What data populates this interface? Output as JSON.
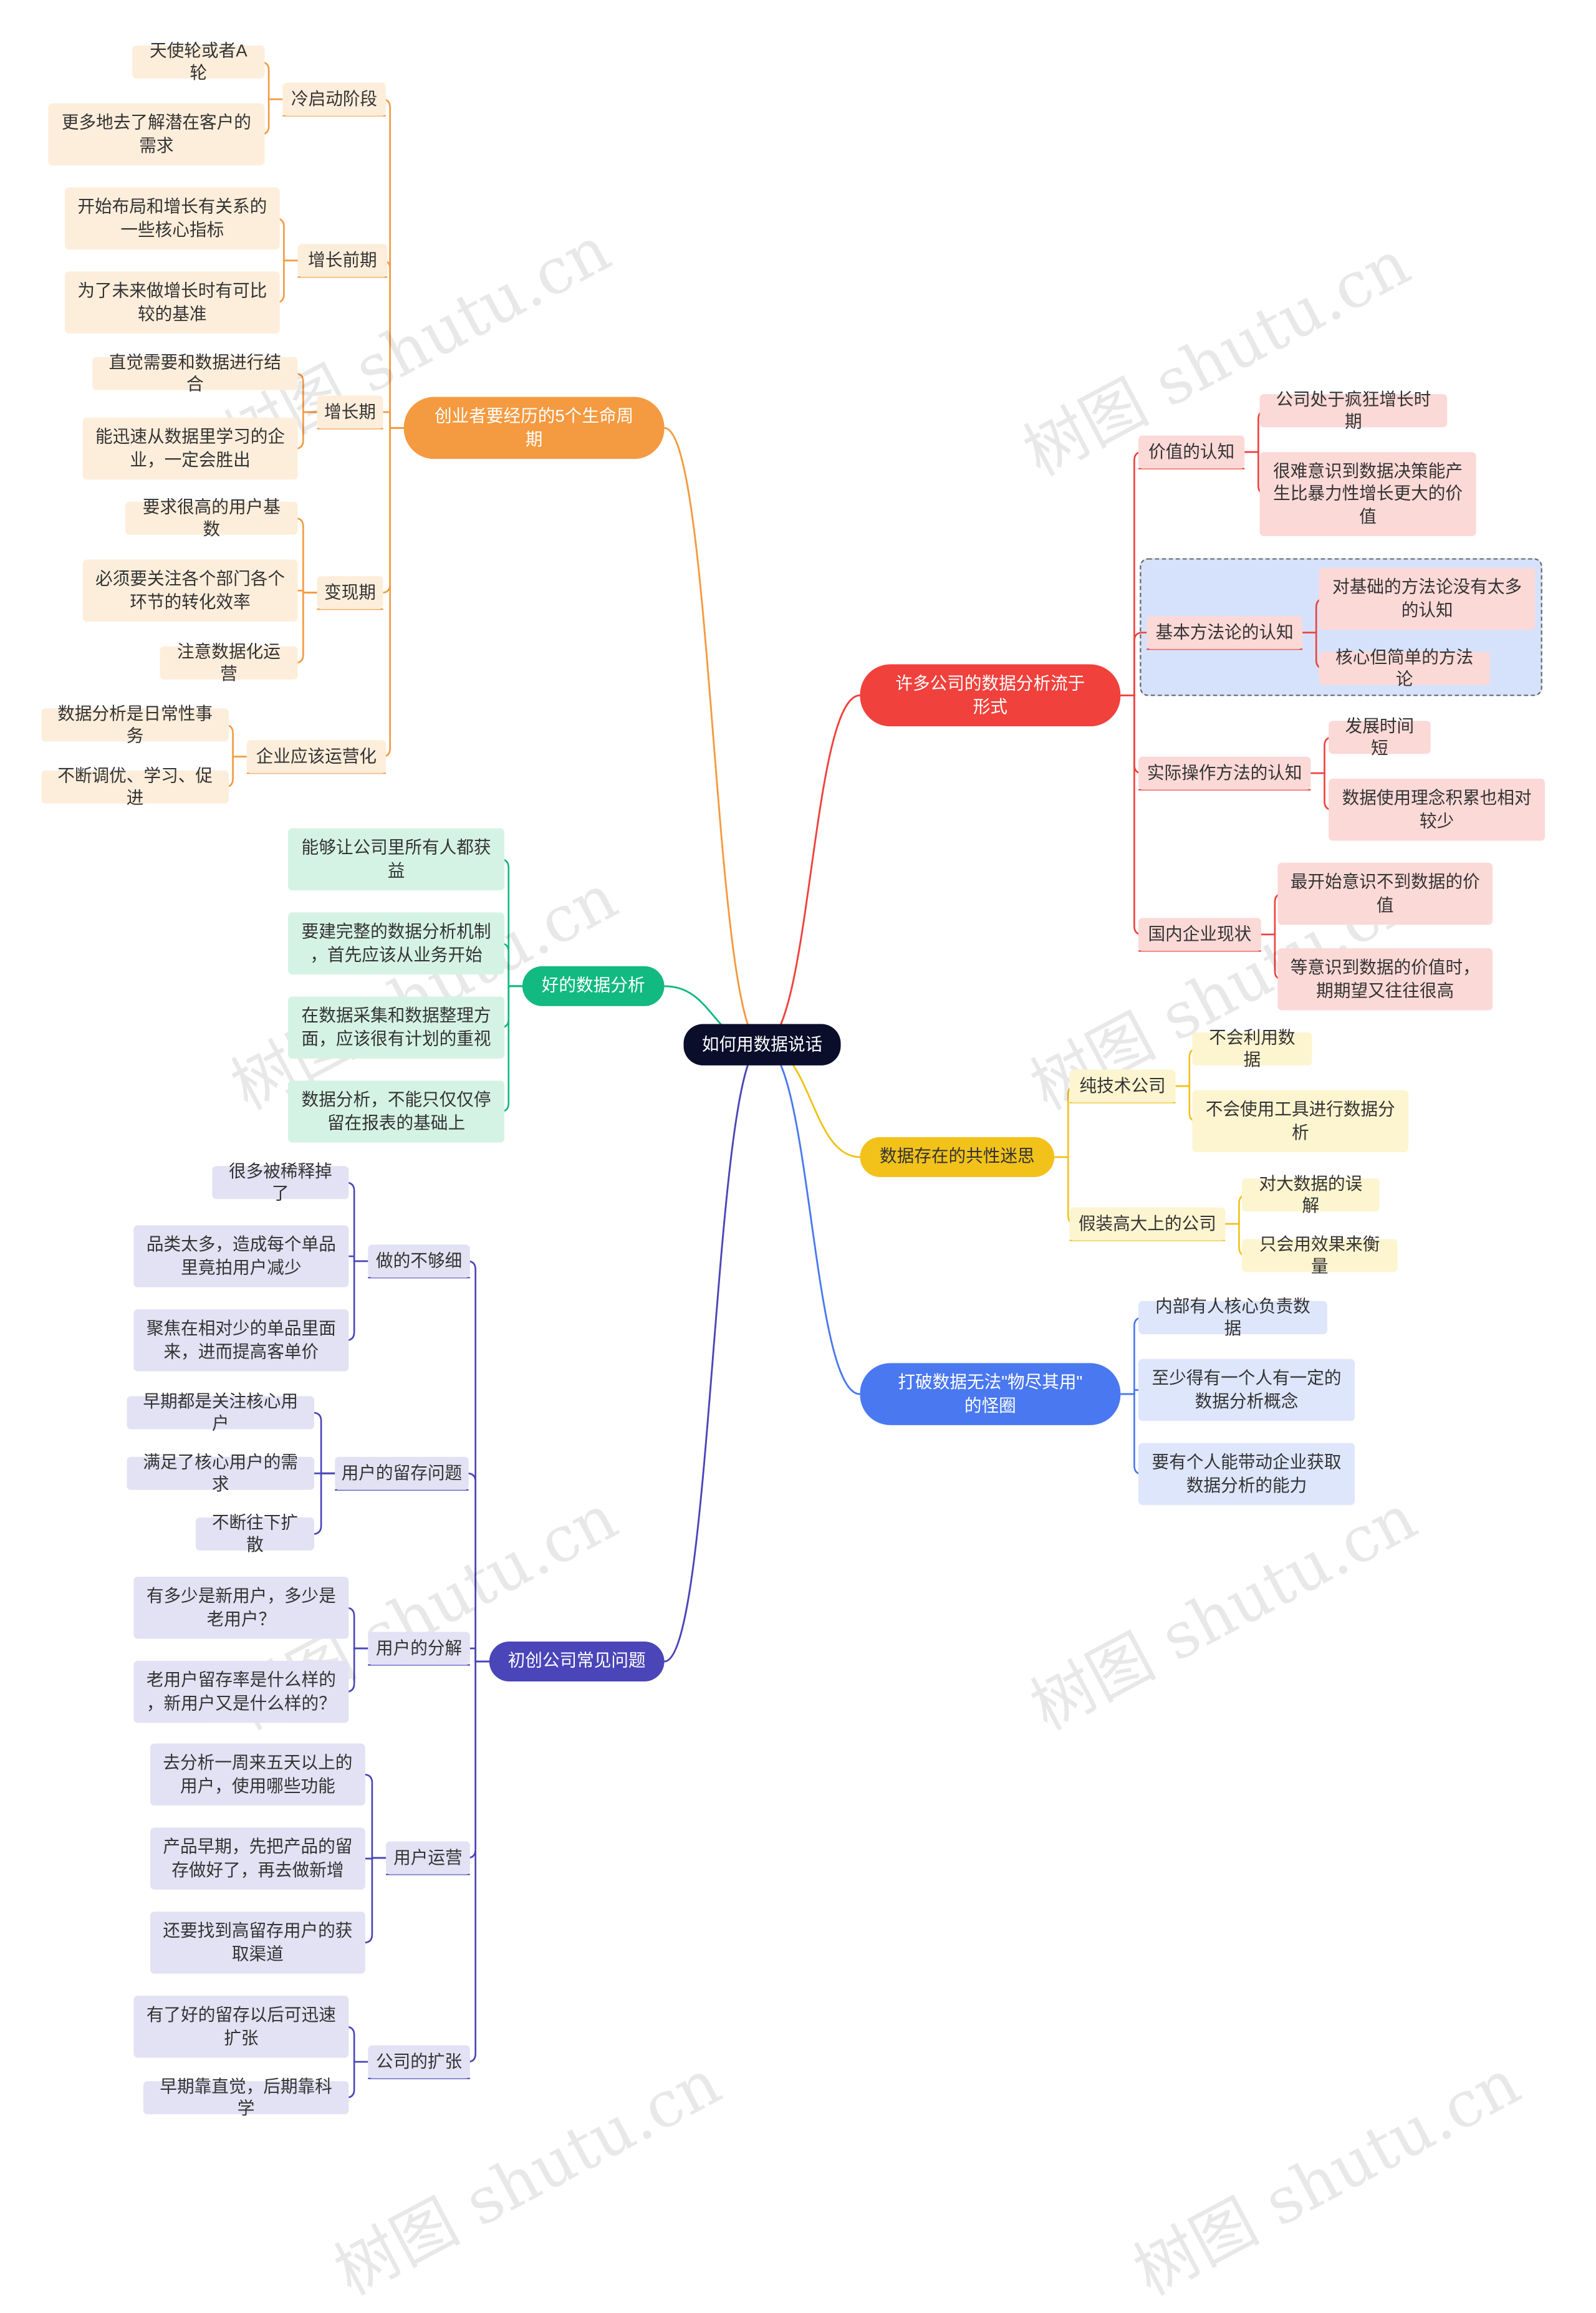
{
  "root": {
    "label": "如何用数据说话"
  },
  "branches": [
    {
      "key": "b1",
      "label": "创业者要经历的5个生命周\n期",
      "color": "#f49a40",
      "children": [
        {
          "label": "冷启动阶段",
          "children": [
            "天使轮或者A轮",
            "更多地去了解潜在客户的\n需求"
          ]
        },
        {
          "label": "增长前期",
          "children": [
            "开始布局和增长有关系的\n一些核心指标",
            "为了未来做增长时有可比\n较的基准"
          ]
        },
        {
          "label": "增长期",
          "children": [
            "直觉需要和数据进行结合",
            "能迅速从数据里学习的企\n业，一定会胜出"
          ]
        },
        {
          "label": "变现期",
          "children": [
            "要求很高的用户基数",
            "必须要关注各个部门各个\n环节的转化效率",
            "注意数据化运营"
          ]
        },
        {
          "label": "企业应该运营化",
          "children": [
            "数据分析是日常性事务",
            "不断调优、学习、促进"
          ]
        }
      ]
    },
    {
      "key": "b2",
      "label": "好的数据分析",
      "color": "#12b981",
      "children": [
        {
          "label": "能够让公司里所有人都获\n益"
        },
        {
          "label": "要建完整的数据分析机制\n，首先应该从业务开始"
        },
        {
          "label": "在数据采集和数据整理方\n面，应该很有计划的重视"
        },
        {
          "label": "数据分析，不能只仅仅停\n留在报表的基础上"
        }
      ]
    },
    {
      "key": "b3",
      "label": "初创公司常见问题",
      "color": "#4a45b8",
      "children": [
        {
          "label": "做的不够细",
          "children": [
            "很多被稀释掉了",
            "品类太多，造成每个单品\n里竟拍用户减少",
            "聚焦在相对少的单品里面\n来，进而提高客单价"
          ]
        },
        {
          "label": "用户的留存问题",
          "children": [
            "早期都是关注核心用户",
            "满足了核心用户的需求",
            "不断往下扩散"
          ]
        },
        {
          "label": "用户的分解",
          "children": [
            "有多少是新用户，多少是\n老用户？",
            "老用户留存率是什么样的\n，新用户又是什么样的？"
          ]
        },
        {
          "label": "用户运营",
          "children": [
            "去分析一周来五天以上的\n用户，使用哪些功能",
            "产品早期，先把产品的留\n存做好了，再去做新增",
            "还要找到高留存用户的获\n取渠道"
          ]
        },
        {
          "label": "公司的扩张",
          "children": [
            "有了好的留存以后可迅速\n扩张",
            "早期靠直觉，后期靠科学"
          ]
        }
      ]
    },
    {
      "key": "b4",
      "label": "许多公司的数据分析流于\n形式",
      "color": "#f0413c",
      "children": [
        {
          "label": "价值的认知",
          "children": [
            "公司处于疯狂增长时期",
            "很难意识到数据决策能产\n生比暴力性增长更大的价\n值"
          ]
        },
        {
          "label": "基本方法论的认知",
          "children": [
            "对基础的方法论没有太多\n的认知",
            "核心但简单的方法论"
          ]
        },
        {
          "label": "实际操作方法的认知",
          "children": [
            "发展时间短",
            "数据使用理念积累也相对\n较少"
          ]
        },
        {
          "label": "国内企业现状",
          "children": [
            "最开始意识不到数据的价\n值",
            "等意识到数据的价值时，\n期期望又往往很高"
          ]
        }
      ]
    },
    {
      "key": "b5",
      "label": "数据存在的共性迷思",
      "color": "#f2c21b",
      "children": [
        {
          "label": "纯技术公司",
          "children": [
            "不会利用数据",
            "不会使用工具进行数据分\n析"
          ]
        },
        {
          "label": "假装高大上的公司",
          "children": [
            "对大数据的误解",
            "只会用效果来衡量"
          ]
        }
      ]
    },
    {
      "key": "b6",
      "label": "打破数据无法\"物尽其用\"\n的怪圈",
      "color": "#4a78f0",
      "children": [
        {
          "label": "内部有人核心负责数据"
        },
        {
          "label": "至少得有一个人有一定的\n数据分析概念"
        },
        {
          "label": "要有个人能带动企业获取\n数据分析的能力"
        }
      ]
    }
  ],
  "watermark": "树图 shutu.cn",
  "colors": {
    "orange_fill": "#fdeedb",
    "green_fill": "#d5f3e5",
    "indigo_fill": "#e3e2f4",
    "red_fill": "#fbd9d7",
    "yellow_fill": "#fdf5d0",
    "blue_fill": "#dde6fb",
    "root": "#0a0e2a"
  }
}
